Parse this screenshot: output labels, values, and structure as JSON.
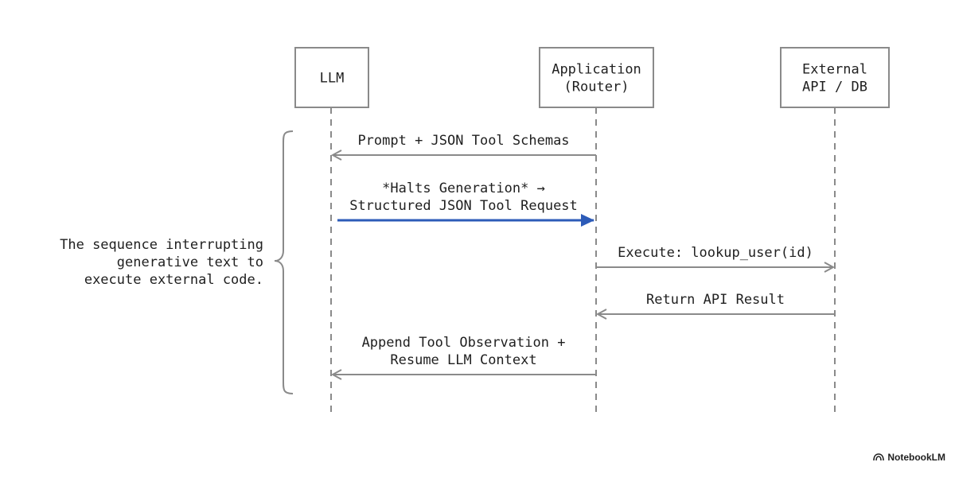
{
  "participants": [
    {
      "id": "llm",
      "lines": [
        "LLM"
      ]
    },
    {
      "id": "app",
      "lines": [
        "Application",
        "(Router)"
      ]
    },
    {
      "id": "ext",
      "lines": [
        "External",
        "API / DB"
      ]
    }
  ],
  "messages": [
    {
      "from": "app",
      "to": "llm",
      "lines": [
        "Prompt + JSON Tool Schemas"
      ],
      "highlight": false
    },
    {
      "from": "llm",
      "to": "app",
      "lines": [
        "*Halts Generation* →",
        "Structured JSON Tool Request"
      ],
      "highlight": true
    },
    {
      "from": "app",
      "to": "ext",
      "lines": [
        "Execute: lookup_user(id)"
      ],
      "highlight": false
    },
    {
      "from": "ext",
      "to": "app",
      "lines": [
        "Return API Result"
      ],
      "highlight": false
    },
    {
      "from": "app",
      "to": "llm",
      "lines": [
        "Append Tool Observation +",
        "Resume LLM Context"
      ],
      "highlight": false
    }
  ],
  "annotation": {
    "lines": [
      "The sequence interrupting",
      "generative text to",
      "execute external code."
    ]
  },
  "brand": {
    "label": "NotebookLM",
    "icon": "notebooklm-logo-icon"
  },
  "colors": {
    "line": "#8a8a8a",
    "box_border": "#8a8a8a",
    "text": "#1f1f1f",
    "highlight": "#2d5bb8"
  }
}
